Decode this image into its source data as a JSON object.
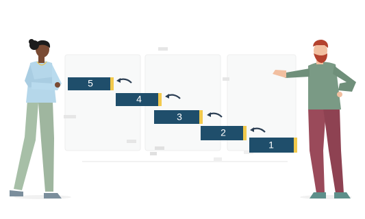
{
  "colors": {
    "background": "#ffffff",
    "card": "#f7f8f8",
    "block": "#1f4e6b",
    "tab": "#f2c94c",
    "arrow": "#2b3e53",
    "woman_top": "#b5d7ea",
    "woman_pants": "#a7bfa7",
    "man_top": "#7a9a85",
    "man_pants": "#9a4a5a",
    "skin_dark": "#7a4b34",
    "skin_light": "#f2bfa0",
    "hair_man": "#b4422e"
  },
  "steps": [
    {
      "label": "5"
    },
    {
      "label": "4"
    },
    {
      "label": "3"
    },
    {
      "label": "2"
    },
    {
      "label": "1"
    }
  ],
  "arrow_icon": "curved-back-arrow-icon"
}
